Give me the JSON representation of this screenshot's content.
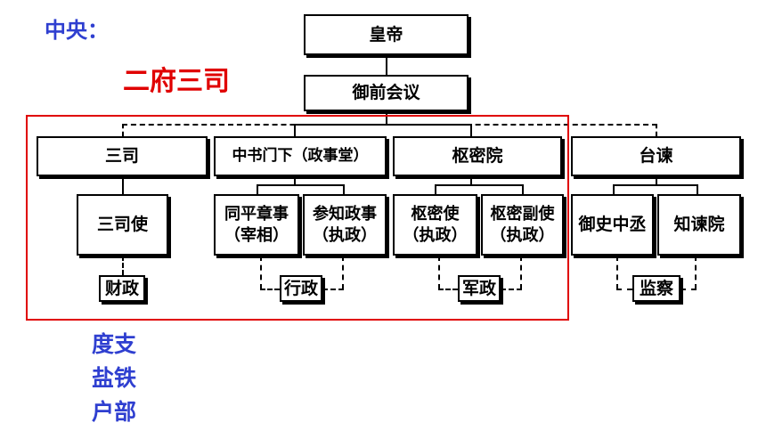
{
  "header": {
    "central_label": "中央：",
    "section_title": "二府三司"
  },
  "nodes": {
    "emperor": "皇帝",
    "council": "御前会议",
    "sansi": "三司",
    "zhongshu": "中书门下（政事堂）",
    "shumiyuan": "枢密院",
    "taijian": "台谏",
    "sansishi": "三司使",
    "tongping": [
      "同平章事",
      "（宰相）"
    ],
    "canzhi": [
      "参知政事",
      "（执政）"
    ],
    "shumishi": [
      "枢密使",
      "（执政）"
    ],
    "shumifushi": [
      "枢密副使",
      "（执政）"
    ],
    "yushizhongcheng": "御史中丞",
    "zhijianyuan": "知谏院"
  },
  "functions": {
    "finance": "财政",
    "administration": "行政",
    "military": "军政",
    "supervision": "监察"
  },
  "sansi_departments": [
    "度支",
    "盐铁",
    "户部"
  ],
  "colors": {
    "central_label": "#2f3fd0",
    "section_title": "#e00000",
    "frame": "#e00000",
    "departments": "#2f3fd0"
  }
}
